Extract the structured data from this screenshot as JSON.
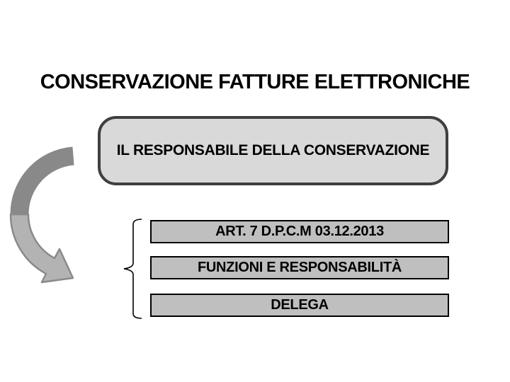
{
  "slide": {
    "title": "CONSERVAZIONE FATTURE ELETTRONICHE",
    "main_box": {
      "label": "IL RESPONSABILE DELLA CONSERVAZIONE"
    },
    "items": [
      {
        "label": "ART. 7 D.P.C.M 03.12.2013"
      },
      {
        "label": "FUNZIONI E RESPONSABILITÀ"
      },
      {
        "label": "DELEGA"
      }
    ],
    "icons": {
      "curved_arrow": "curved-arrow-down-right",
      "brace": "left-curly-brace"
    },
    "colors": {
      "background": "#ffffff",
      "text": "#000000",
      "main_box_fill": "#d9d9d9",
      "main_box_border": "#3f3f3f",
      "item_fill": "#bfbfbf",
      "item_border": "#000000",
      "arrow_dark": "#898989",
      "arrow_light": "#b3b3b3"
    }
  }
}
